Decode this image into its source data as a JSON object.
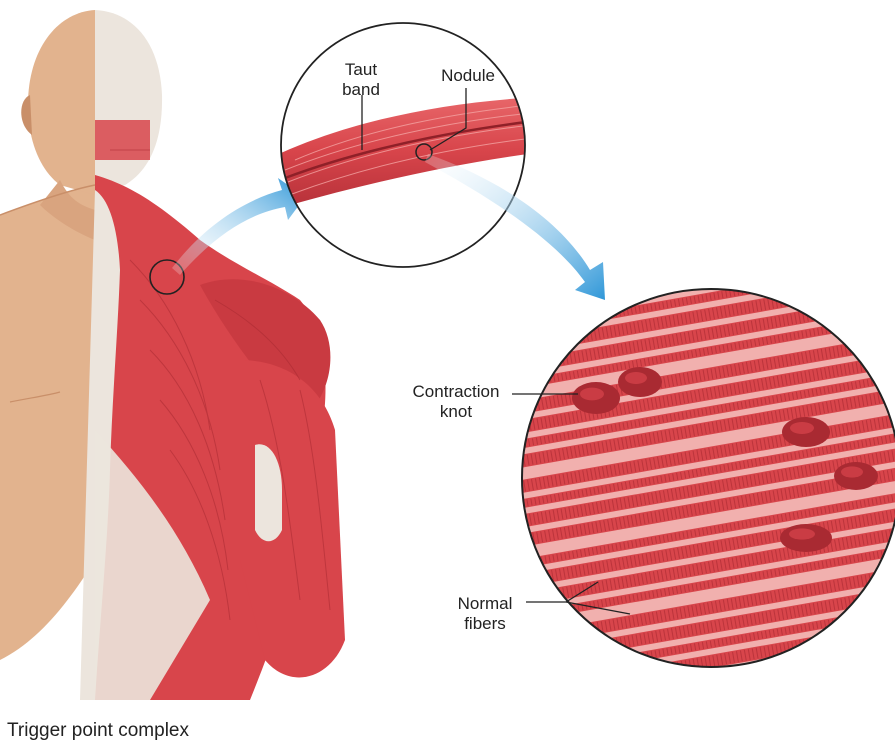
{
  "labels": {
    "taut_band": "Taut\nband",
    "nodule": "Nodule",
    "contraction_knot": "Contraction\nknot",
    "normal_fibers": "Normal\nfibers"
  },
  "caption": "Trigger point complex",
  "colors": {
    "muscle": "#d8454b",
    "muscle_dark": "#a92a32",
    "muscle_light": "#ef9d9b",
    "skin": "#e2b38e",
    "skin_shade": "#c98f69",
    "tendon": "#ece5dd",
    "arrow": "#4fb1e6",
    "outline": "#222222"
  }
}
